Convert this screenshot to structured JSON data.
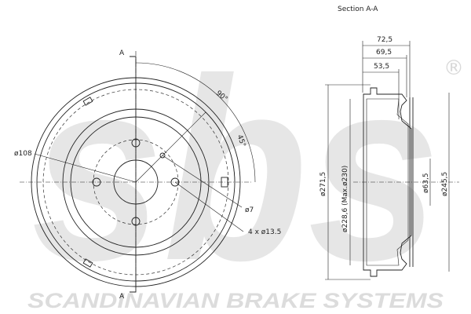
{
  "watermark": {
    "brand_letters": "sbs",
    "registered_mark": "®",
    "company_name": "SCANDINAVIAN BRAKE SYSTEMS",
    "color": "#e3e3e3"
  },
  "front_view": {
    "section_marker_top": "A",
    "section_marker_bottom": "A",
    "angle_90": "90°",
    "angle_45": "45°",
    "dia_108": "ø108",
    "dia_7": "ø7",
    "bolt_holes": "4 x ø13.5"
  },
  "section_view": {
    "title": "Section A-A",
    "dim_72_5": "72,5",
    "dim_69_5": "69,5",
    "dim_53_5": "53,5",
    "dia_271_5": "ø271,5",
    "dia_228_6": "ø228,6  (Max.ø230)",
    "dia_63_5": "ø63,5",
    "dia_245_5": "ø245,5"
  }
}
